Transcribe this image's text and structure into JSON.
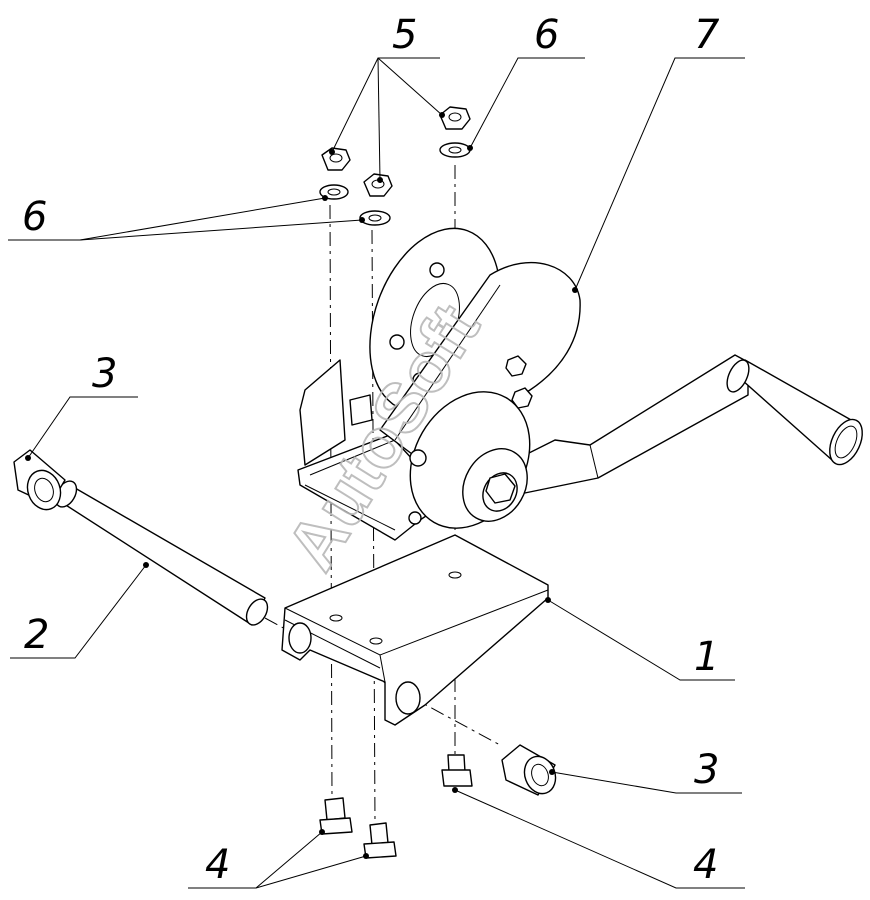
{
  "watermark": "AutoSoft",
  "callouts": {
    "c1": "1",
    "c2": "2",
    "c3_left": "3",
    "c3_right": "3",
    "c4_left": "4",
    "c4_right": "4",
    "c5": "5",
    "c6_top": "6",
    "c6_left": "6",
    "c7": "7"
  }
}
